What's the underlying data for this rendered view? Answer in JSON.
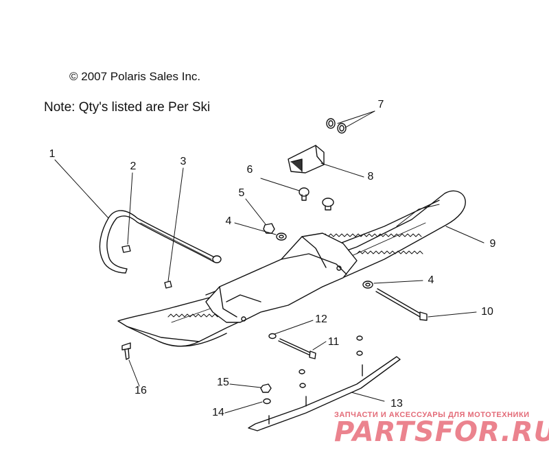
{
  "copyright": "© 2007 Polaris Sales Inc.",
  "note": "Note: Qty's listed are Per Ski",
  "callouts": [
    "1",
    "2",
    "3",
    "4",
    "4",
    "5",
    "6",
    "7",
    "8",
    "9",
    "10",
    "11",
    "12",
    "13",
    "14",
    "15",
    "16"
  ],
  "watermark": {
    "subtitle": "ЗАПЧАСТИ И АКСЕССУАРЫ ДЛЯ МОТОТЕХНИКИ",
    "brand": "PARTSFOR.RU"
  },
  "colors": {
    "line": "#111111",
    "watermark": "#e86e7b"
  }
}
